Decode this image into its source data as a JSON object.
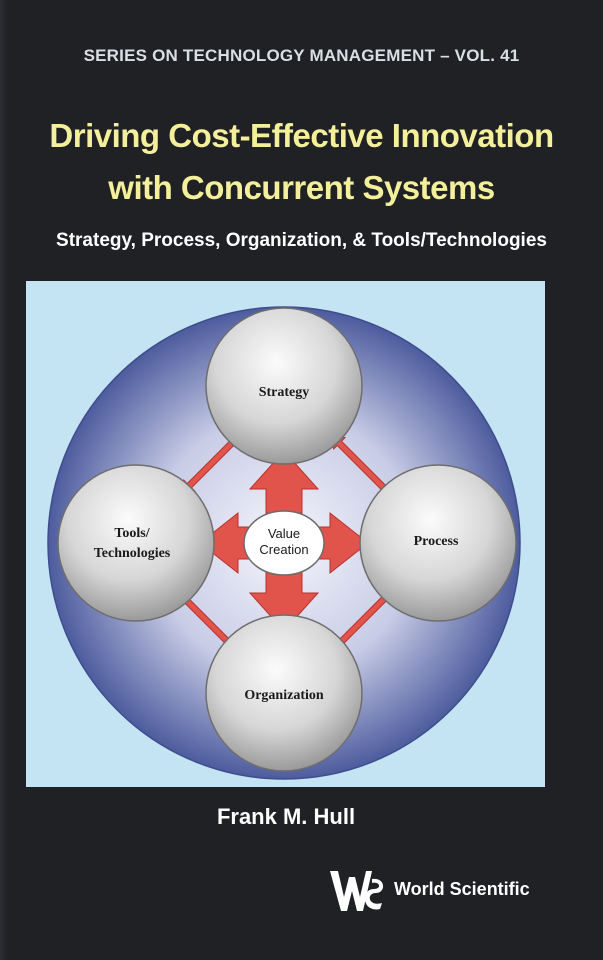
{
  "series": "SERIES ON TECHNOLOGY MANAGEMENT – VOL. 41",
  "title": {
    "line1": "Driving Cost-Effective Innovation",
    "line2": "with Concurrent Systems"
  },
  "subtitle": "Strategy, Process, Organization, & Tools/Technologies",
  "diagram": {
    "center_line1": "Value",
    "center_line2": "Creation",
    "top": "Strategy",
    "right": "Process",
    "bottom": "Organization",
    "left_line1": "Tools/",
    "left_line2": "Technologies"
  },
  "author": "Frank M. Hull",
  "publisher": {
    "name": "World Scientific",
    "logo_text": "WS"
  },
  "colors": {
    "background": "#1f2125",
    "title": "#f4ef9a",
    "figure_bg": "#c4e4f4",
    "outer_circle": "#5a6aa8",
    "arrow": "#e0544c"
  }
}
